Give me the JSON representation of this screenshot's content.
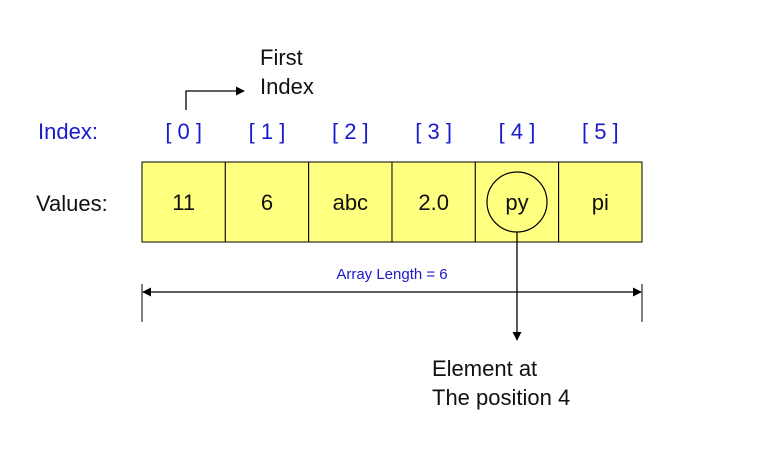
{
  "first_index_label": [
    "First",
    "Index"
  ],
  "index_row_label": "Index:",
  "values_row_label": "Values:",
  "indices": [
    "[ 0 ]",
    "[ 1 ]",
    "[ 2 ]",
    "[ 3 ]",
    "[ 4 ]",
    "[ 5 ]"
  ],
  "values": [
    "11",
    "6",
    "abc",
    "2.0",
    "py",
    "pi"
  ],
  "highlighted_index": 4,
  "array_length_label": "Array Length = 6",
  "element_label": [
    "Element at",
    "The position 4"
  ],
  "colors": {
    "cell_fill": "#ffff80",
    "index_text": "#1a1acc",
    "label_text": "#111111",
    "line": "#000000"
  }
}
